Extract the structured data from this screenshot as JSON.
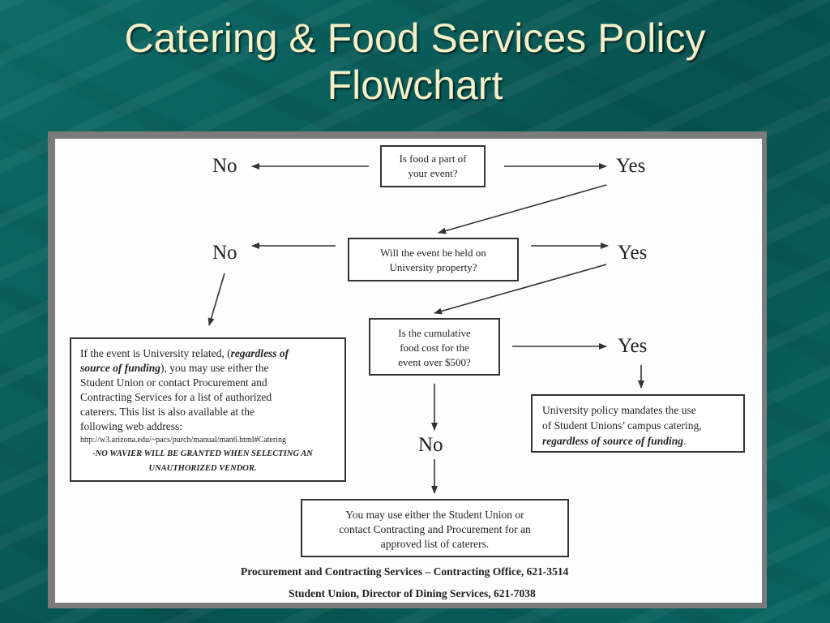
{
  "title": {
    "line1": "Catering & Food Services Policy",
    "line2": "Flowchart"
  },
  "flowchart": {
    "question1": {
      "line1": "Is food a part of",
      "line2": "your event?",
      "no": "No",
      "yes": "Yes"
    },
    "question2": {
      "line1": "Will the event be held on",
      "line2": "University property?",
      "no": "No",
      "yes": "Yes"
    },
    "question3": {
      "line1": "Is the cumulative",
      "line2": "food cost for the",
      "line3": "event over $500?",
      "no": "No",
      "yes": "Yes"
    },
    "off_property_box": {
      "line1_a": "If the event is University related, (",
      "line1_b": "regardless of",
      "line2_a": "source of funding",
      "line2_b": "),  you may use either the",
      "line3": "Student Union or contact Procurement and",
      "line4": "Contracting Services for a list of authorized",
      "line5": "caterers.  This list is also available at the",
      "line6": "following web address:",
      "url": "http://w3.arizona.edu/~pacs/purch/manual/man6.html#Catering",
      "warning_line1": "-NO WAVIER WILL BE GRANTED WHEN SELECTING AN",
      "warning_line2": "UNAUTHORIZED VENDOR."
    },
    "over_500_box": {
      "line1": "University policy mandates the use",
      "line2": "of Student Unions’ campus catering,",
      "line3_a": "regardless of source of funding",
      "line3_b": "."
    },
    "under_500_box": {
      "line1": "You may use either the Student Union or",
      "line2": "contact Contracting and Procurement for an",
      "line3": "approved list of caterers."
    },
    "contacts": {
      "procurement": "Procurement and Contracting Services – Contracting Office, 621-3514",
      "student_union": "Student Union, Director of Dining Services, 621-7038"
    }
  }
}
